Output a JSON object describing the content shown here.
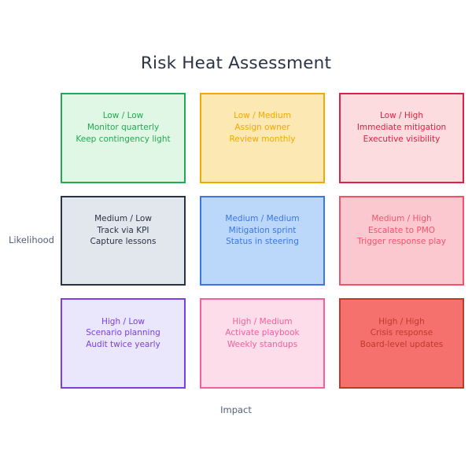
{
  "chart_data": {
    "type": "heatmap",
    "title": "Risk Heat Assessment",
    "xlabel": "Impact",
    "ylabel": "Likelihood",
    "x_categories": [
      "Low",
      "Medium",
      "High"
    ],
    "y_categories": [
      "Low",
      "Medium",
      "High"
    ],
    "grid": false,
    "legend": "none",
    "cells": [
      {
        "likelihood": "Low",
        "impact": "Low",
        "headline": "Low / Low",
        "action": "Monitor quarterly",
        "note": "Keep contingency light",
        "fill": "#DFF7E4",
        "border": "#23A94F",
        "text": "#23A94F"
      },
      {
        "likelihood": "Low",
        "impact": "Medium",
        "headline": "Low / Medium",
        "action": "Assign owner",
        "note": "Review monthly",
        "fill": "#FCE8B2",
        "border": "#F2A900",
        "text": "#F2A900"
      },
      {
        "likelihood": "Low",
        "impact": "High",
        "headline": "Low / High",
        "action": "Immediate mitigation",
        "note": "Executive visibility",
        "fill": "#FCDCDF",
        "border": "#E02040",
        "text": "#E02040"
      },
      {
        "likelihood": "Medium",
        "impact": "Low",
        "headline": "Medium / Low",
        "action": "Track via KPI",
        "note": "Capture lessons",
        "fill": "#E2E7ED",
        "border": "#2B3445",
        "text": "#2B3445"
      },
      {
        "likelihood": "Medium",
        "impact": "Medium",
        "headline": "Medium / Medium",
        "action": "Mitigation sprint",
        "note": "Status in steering",
        "fill": "#BBD8FB",
        "border": "#3B76E8",
        "text": "#3B76E8"
      },
      {
        "likelihood": "Medium",
        "impact": "High",
        "headline": "Medium / High",
        "action": "Escalate to PMO",
        "note": "Trigger response play",
        "fill": "#FCC8CF",
        "border": "#F2536B",
        "text": "#F2536B"
      },
      {
        "likelihood": "High",
        "impact": "Low",
        "headline": "High / Low",
        "action": "Scenario planning",
        "note": "Audit twice yearly",
        "fill": "#EAE6FB",
        "border": "#7A3FE4",
        "text": "#7A3FE4"
      },
      {
        "likelihood": "High",
        "impact": "Medium",
        "headline": "High / Medium",
        "action": "Activate playbook",
        "note": "Weekly standups",
        "fill": "#FCDDE9",
        "border": "#F45FA0",
        "text": "#F45FA0"
      },
      {
        "likelihood": "High",
        "impact": "High",
        "headline": "High / High",
        "action": "Crisis response",
        "note": "Board-level updates",
        "fill": "#F4716E",
        "border": "#C0392B",
        "text": "#C0392B"
      }
    ]
  },
  "theme": {
    "background": "#FFFFFF",
    "title_color": "#2B3445",
    "axis_label_color": "#53607A"
  }
}
